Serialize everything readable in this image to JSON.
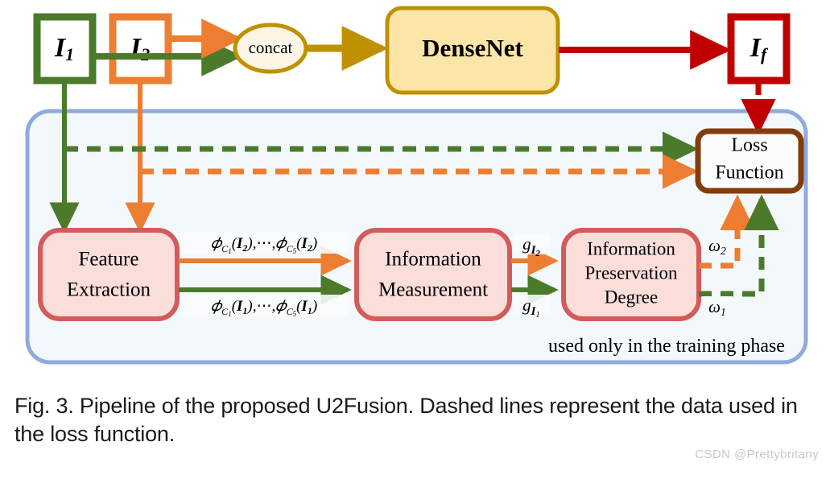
{
  "figure": {
    "caption": "Fig. 3. Pipeline of the proposed U2Fusion. Dashed lines represent the data used in the loss function.",
    "watermark": "CSDN @Prettybritany"
  },
  "colors": {
    "green": "#4B7B2A",
    "orange": "#ED7D31",
    "gold": "#BF9000",
    "red": "#C00000",
    "brown": "#843C0C",
    "pink_border": "#D35B5B",
    "pink_fill": "#FBDEDA",
    "panel_border": "#8FAADC",
    "panel_fill": "#F3F8FC",
    "densenet_fill": "#FCE5A8",
    "concat_fill": "#FDF6E6"
  },
  "top_row": {
    "input1": {
      "label": "I",
      "sub": "1"
    },
    "input2": {
      "label": "I",
      "sub": "2"
    },
    "concat": {
      "label": "concat"
    },
    "network": {
      "label": "DenseNet"
    },
    "output": {
      "label": "I",
      "sub": "f"
    }
  },
  "panel": {
    "note": "used only in the training phase",
    "loss_box": {
      "line1": "Loss",
      "line2": "Function"
    },
    "stages": [
      {
        "name": "feature-extraction",
        "line1": "Feature",
        "line2": "Extraction"
      },
      {
        "name": "information-measurement",
        "line1": "Information",
        "line2": "Measurement"
      },
      {
        "name": "information-preservation-degree",
        "line1": "Information",
        "line2": "Preservation",
        "line3": "Degree"
      }
    ],
    "edge_labels": {
      "features_i2": "ϕ_{C1}(I_2), ⋯ , ϕ_{C5}(I_2)",
      "features_i1": "ϕ_{C1}(I_1), ⋯ , ϕ_{C5}(I_1)",
      "g_i2": "g_{I_2}",
      "g_i1": "g_{I_1}",
      "omega_2": "ω_2",
      "omega_1": "ω_1"
    }
  }
}
